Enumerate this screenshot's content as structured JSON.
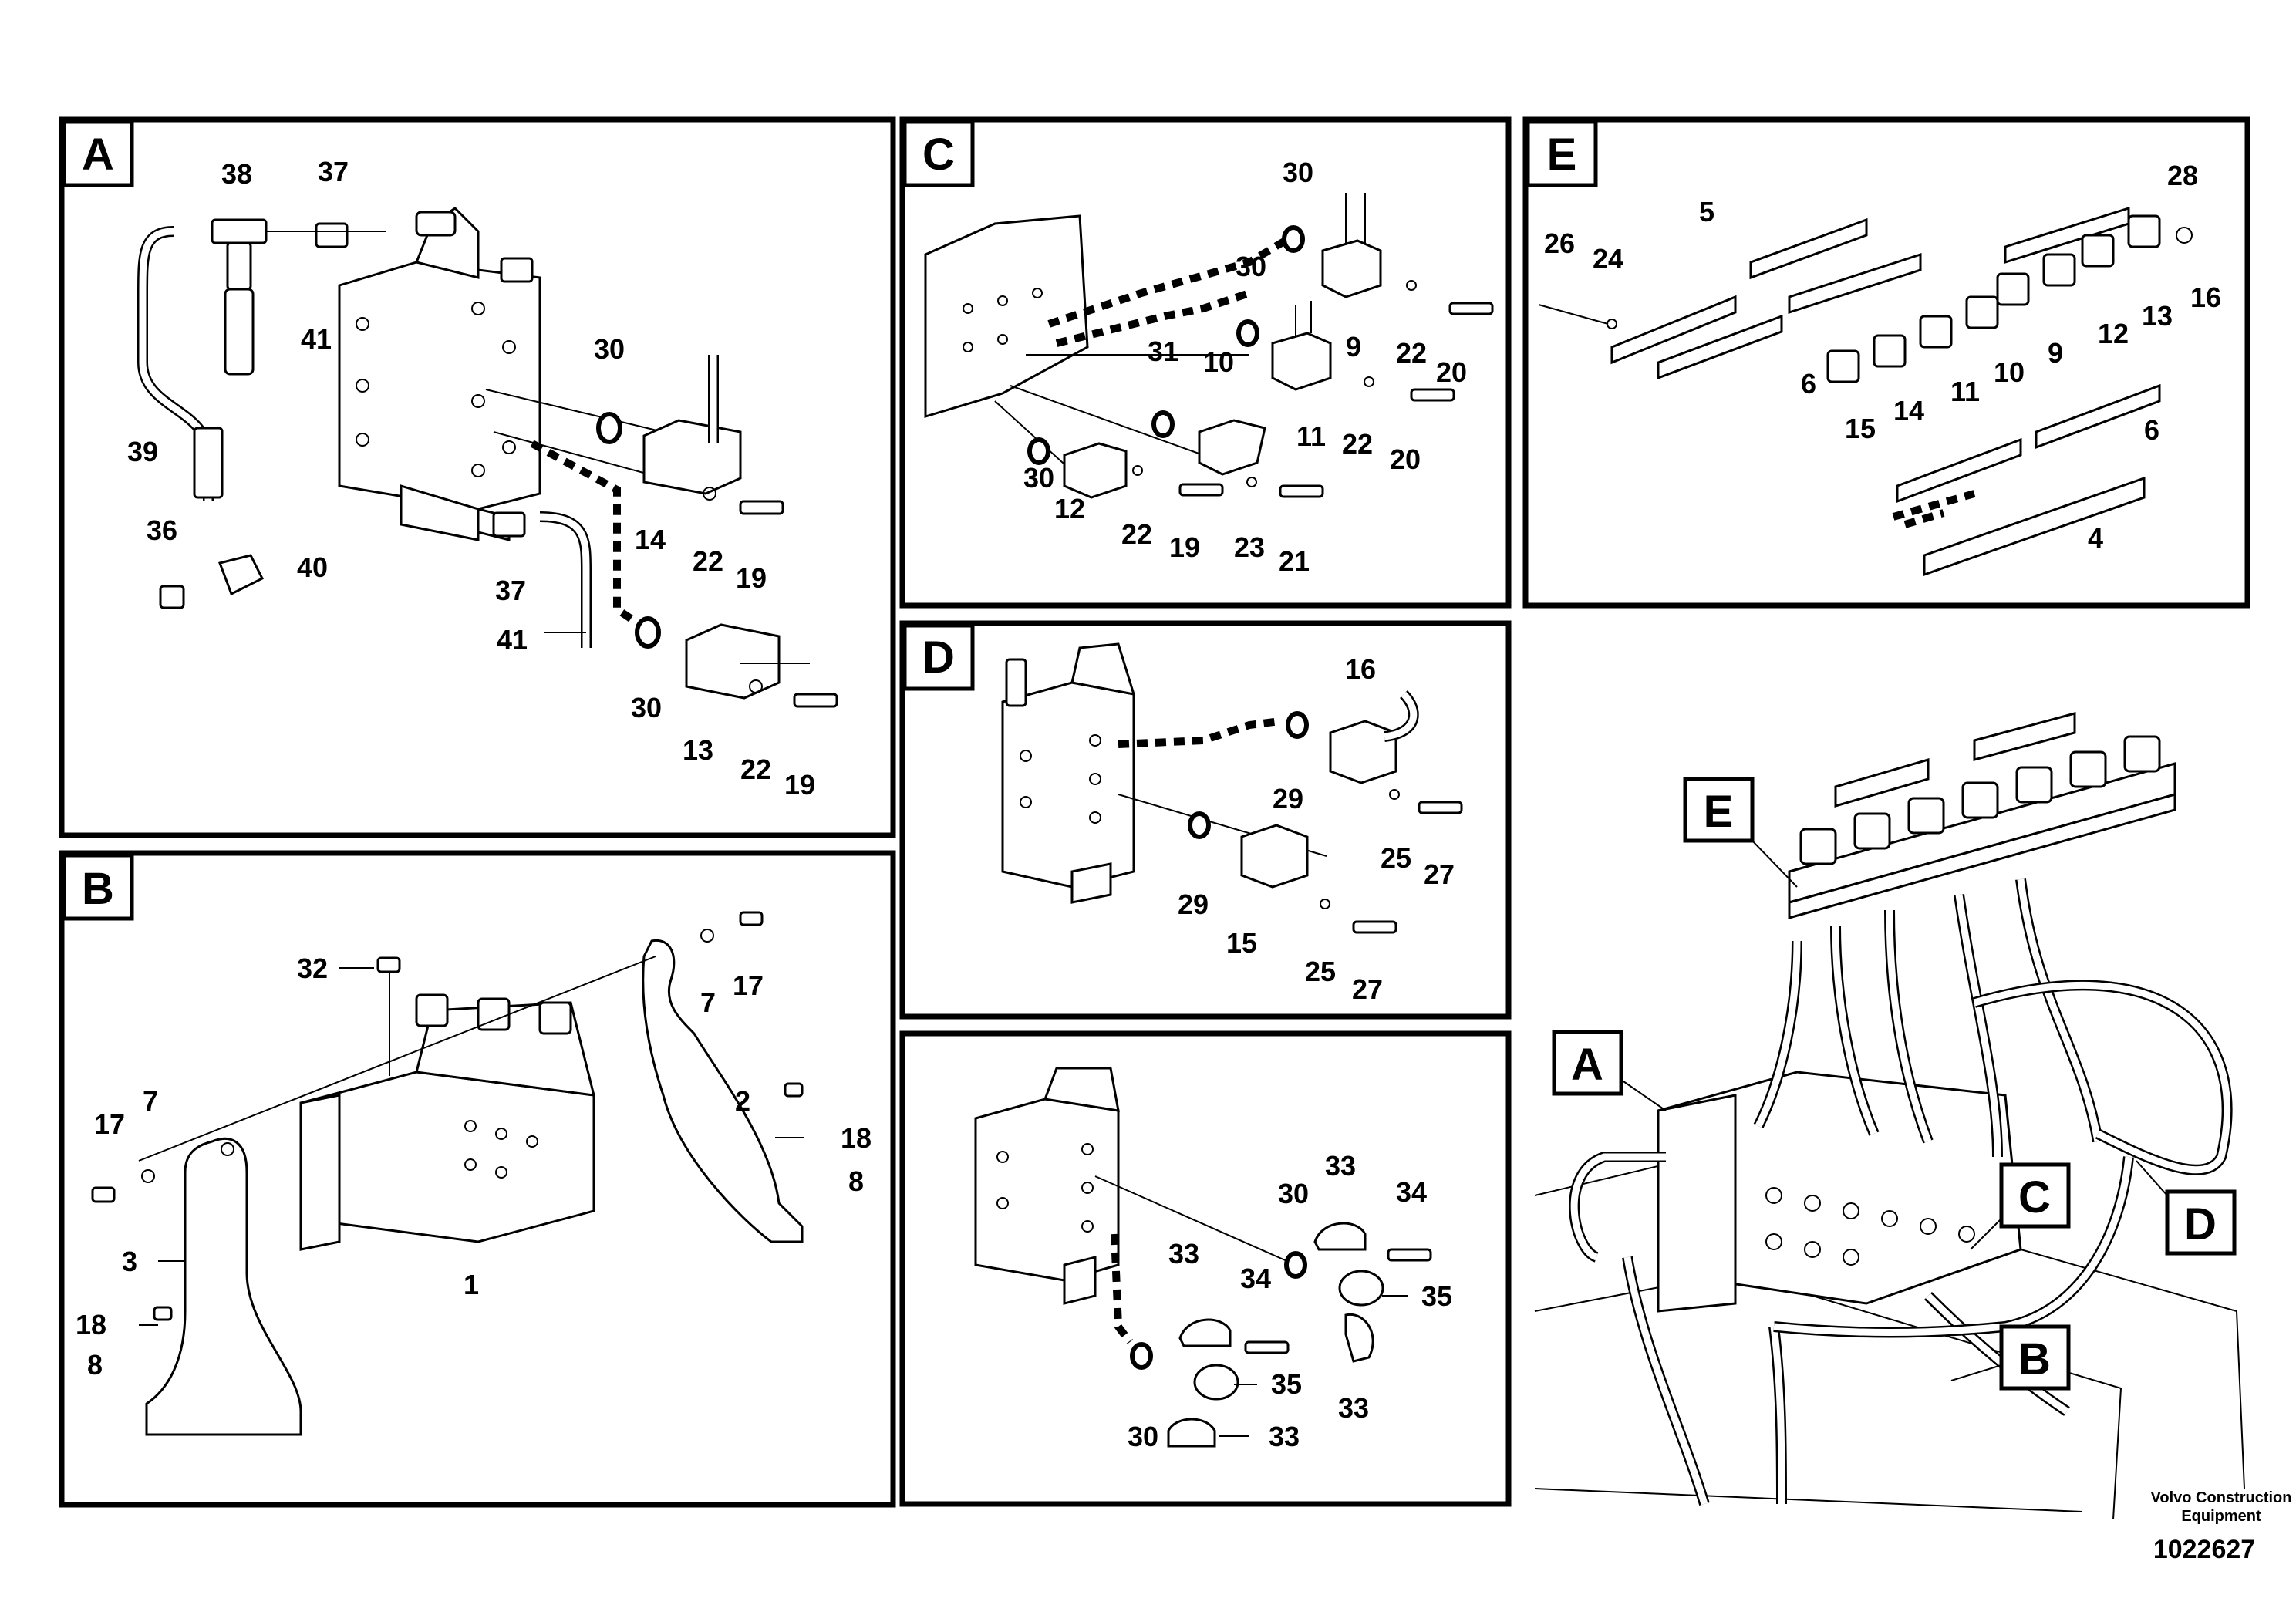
{
  "panels": {
    "A": {
      "tag": "A",
      "labels": [
        "38",
        "37",
        "41",
        "30",
        "39",
        "36",
        "40",
        "14",
        "22",
        "19",
        "37",
        "41",
        "30",
        "13",
        "22",
        "19"
      ]
    },
    "B": {
      "tag": "B",
      "labels": [
        "32",
        "7",
        "17",
        "2",
        "17",
        "7",
        "18",
        "8",
        "3",
        "1",
        "18",
        "8"
      ]
    },
    "C": {
      "tag": "C",
      "labels": [
        "30",
        "30",
        "31",
        "10",
        "9",
        "22",
        "20",
        "11",
        "22",
        "20",
        "30",
        "12",
        "22",
        "19",
        "23",
        "21"
      ]
    },
    "D": {
      "tag": "D",
      "labels": [
        "16",
        "29",
        "29",
        "15",
        "25",
        "27",
        "25",
        "27"
      ]
    },
    "F": {
      "labels": [
        "33",
        "34",
        "30",
        "35",
        "33",
        "34",
        "35",
        "33",
        "30",
        "33"
      ]
    },
    "E": {
      "tag": "E",
      "labels": [
        "5",
        "26",
        "24",
        "28",
        "16",
        "13",
        "12",
        "9",
        "10",
        "6",
        "11",
        "14",
        "15",
        "6",
        "4"
      ]
    },
    "overview": {
      "callouts": [
        "E",
        "A",
        "C",
        "D",
        "B"
      ]
    }
  },
  "footer": {
    "company_line1": "Volvo Construction",
    "company_line2": "Equipment",
    "figure_number": "1022627"
  }
}
